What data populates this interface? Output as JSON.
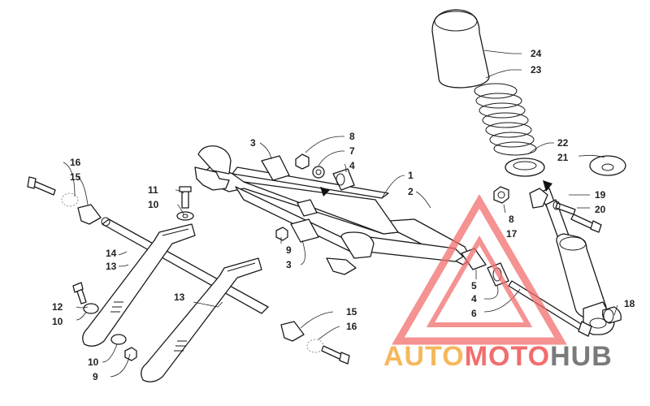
{
  "diagram": {
    "callouts": [
      {
        "id": "c24",
        "text": "24"
      },
      {
        "id": "c23",
        "text": "23"
      },
      {
        "id": "c22",
        "text": "22"
      },
      {
        "id": "c21",
        "text": "21"
      },
      {
        "id": "c3a",
        "text": "3"
      },
      {
        "id": "c8a",
        "text": "8"
      },
      {
        "id": "c7",
        "text": "7"
      },
      {
        "id": "c4a",
        "text": "4"
      },
      {
        "id": "c1",
        "text": "1"
      },
      {
        "id": "c2",
        "text": "2"
      },
      {
        "id": "c16a",
        "text": "16"
      },
      {
        "id": "c15a",
        "text": "15"
      },
      {
        "id": "c11",
        "text": "11"
      },
      {
        "id": "c10a",
        "text": "10"
      },
      {
        "id": "c9a",
        "text": "9"
      },
      {
        "id": "c3b",
        "text": "3"
      },
      {
        "id": "c14",
        "text": "14"
      },
      {
        "id": "c13a",
        "text": "13"
      },
      {
        "id": "c19",
        "text": "19"
      },
      {
        "id": "c20",
        "text": "20"
      },
      {
        "id": "c8b",
        "text": "8"
      },
      {
        "id": "c17",
        "text": "17"
      },
      {
        "id": "c5",
        "text": "5"
      },
      {
        "id": "c4b",
        "text": "4"
      },
      {
        "id": "c6",
        "text": "6"
      },
      {
        "id": "c18",
        "text": "18"
      },
      {
        "id": "c12",
        "text": "12"
      },
      {
        "id": "c10b",
        "text": "10"
      },
      {
        "id": "c13b",
        "text": "13"
      },
      {
        "id": "c15b",
        "text": "15"
      },
      {
        "id": "c16b",
        "text": "16"
      },
      {
        "id": "c10c",
        "text": "10"
      },
      {
        "id": "c9b",
        "text": "9"
      }
    ]
  },
  "watermark": {
    "part1": "AUTO",
    "part2": "MOTO",
    "part3": "HUB",
    "color1": "#f5b85c",
    "color2": "#f26d6d",
    "color3": "#7a7a7a"
  }
}
